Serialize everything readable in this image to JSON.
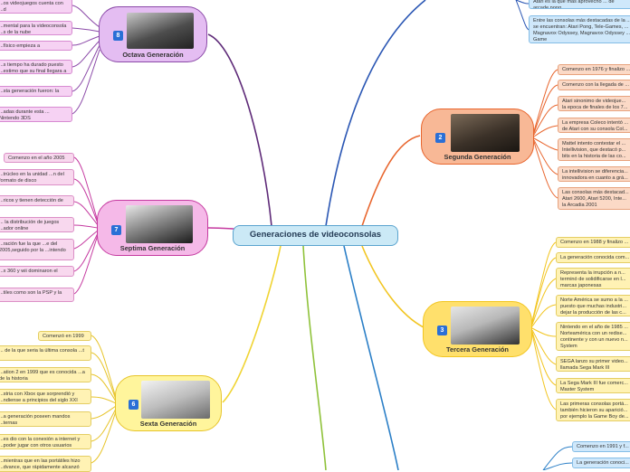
{
  "center": {
    "title": "Generaciones de videoconsolas"
  },
  "nodes": {
    "octava": {
      "number": "8",
      "label": "Octava Generación",
      "image": "console-photo-icon"
    },
    "septima": {
      "number": "7",
      "label": "Septima Generación",
      "image": "console-photo-icon"
    },
    "sexta": {
      "number": "6",
      "label": "Sexta Generación",
      "image": "console-photo-icon"
    },
    "segunda": {
      "number": "2",
      "label": "Segunda Generación",
      "image": "console-photo-icon"
    },
    "tercera": {
      "number": "3",
      "label": "Tercera Generación",
      "image": "console-photo-icon"
    }
  },
  "leaves": {
    "octava": [
      "...os videojuegos cuenta con ...d",
      "...mental para la videoconsola ...s de la nube",
      "...físico empieza a desaparecer",
      "...s tiempo ha durado puesto ...estimo que su final llegara a",
      "...sta generación fueron: la",
      "...adas durante esta ... Nintendo 3DS"
    ],
    "septima": [
      "Comenzo en el año 2005",
      "...trúcleo en la unidad ...n del formato de disco",
      "...ricos y tienen detección de",
      "... la distribución de juegos ...ador online",
      "...ración fue la que ...e del 2005,seguido por la ...intendo",
      "...x 360 y wii dominaron el",
      "...tiles como son la PSP y la"
    ],
    "sexta": [
      "Comenzó en 1999",
      "... de la que seria la última consola ...t",
      "...ation 2 en 1999 que es conocida ...a de la historia",
      "...stria con Xbox que sorprendió y ...ndiense a principios del siglo XXI",
      "...a generación poseen mandos ...ternas",
      "...es dio con la conexión a internet y ...poder jugar con otros usuarios",
      "...mientras que en las portátiles hizo ...dvance, que rápidamente alcanzó"
    ],
    "primera_tail": [
      "Atari es la que más aprovecho ... de arcade pong",
      "Entre las consolas más destacadas de la ... se encuentran: Atari Pong, Tele-Games, ... Magnavox Odyssey, Magnavox Odyssey ... Game"
    ],
    "segunda": [
      "Comenzo en 1976 y finalizo ...",
      "Comenzo con la llegada de ...",
      "Atari sinonimo de videojue... la epoca de finales de los 7...",
      "La empresa Coleco intentó ... de Atari con su consola Col...",
      "Mattel intento contestar el ... Intellivision, que destacó p... bits en la historia de las co...",
      "La intellivision se diferencia... innovadora en cuanto a grá...",
      "Las consolas más destacad... Atari 2600, Atari 5200, Inte... la Arcadia 2001"
    ],
    "tercera": [
      "Comenzo en 1988 y finalizo ...",
      "La generación conocida com...",
      "Representa la irrupción a n... terminó de solidificarse en l... marcas japonesas",
      "Norte América se sumo a la ... puesto que muchas industri... dejar la producción de las c...",
      "Nintendo en el año de 1985 ... Norteamérica con un redise... continente y con un nuevo n... System",
      "SEGA lanzo su primer video... llamada Sega Mark III",
      "La Sega Mark III fue comerc... Master System",
      "Las primeras consolas portá... también hicieron su aparició... por ejemplo la Game Boy de..."
    ],
    "cuarta": [
      "Comenzo en 1991 y f...",
      "La generación conoci..."
    ]
  }
}
